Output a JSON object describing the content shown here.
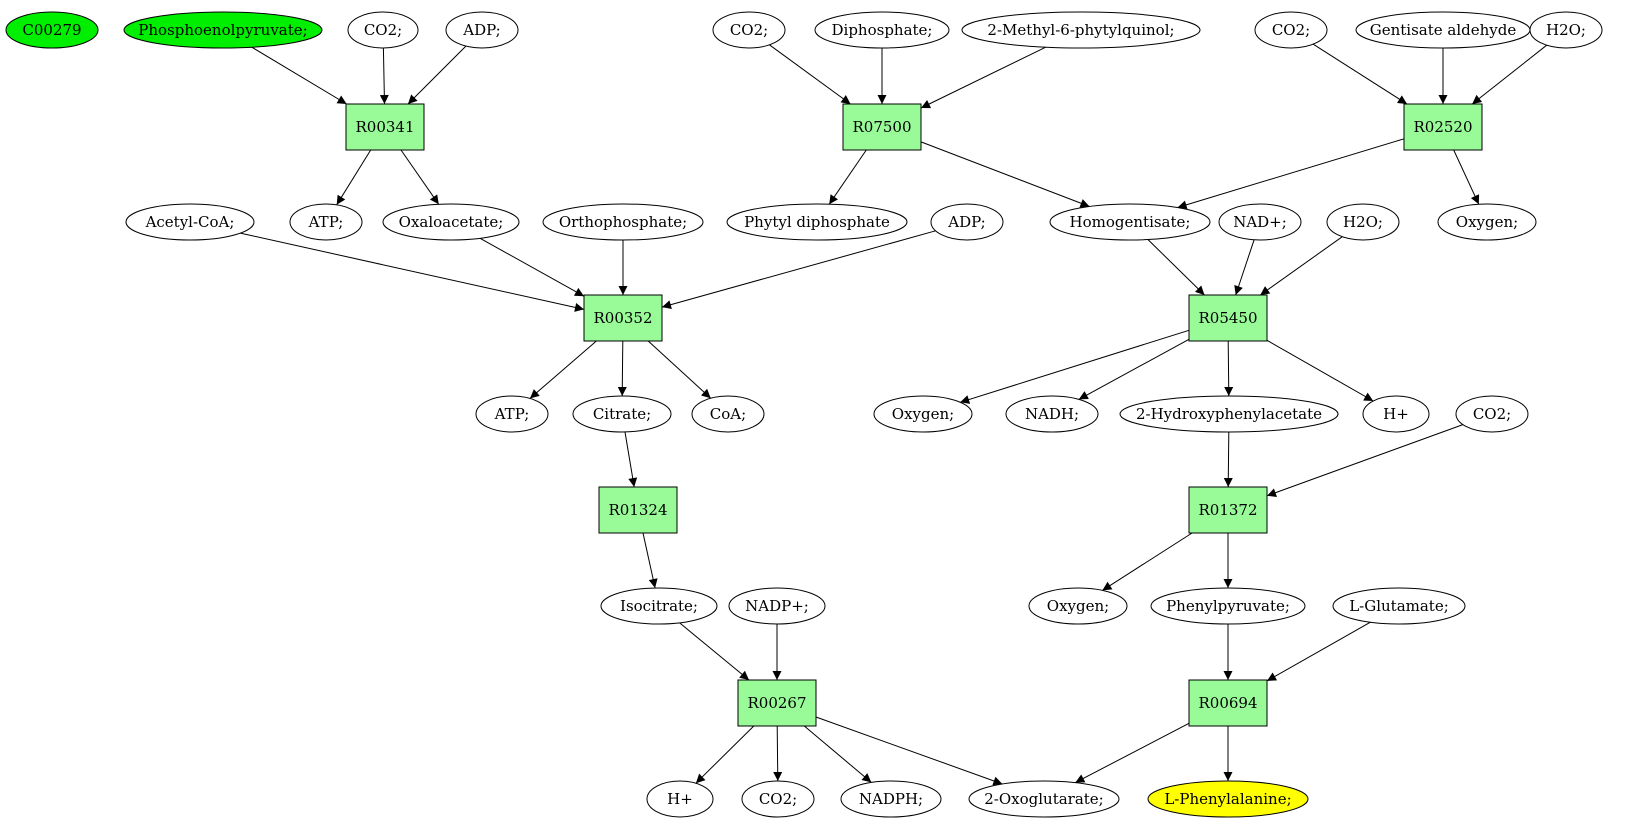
{
  "colors": {
    "reaction": "#98fb98",
    "start": "#00ee00",
    "target": "#ffff00",
    "compound": "#ffffff",
    "stroke": "#000000"
  },
  "nodes": [
    {
      "id": "c00279",
      "label": "C00279",
      "kind": "start"
    },
    {
      "id": "pep",
      "label": "Phosphoenolpyruvate;",
      "kind": "start"
    },
    {
      "id": "co2_a",
      "label": "CO2;",
      "kind": "compound"
    },
    {
      "id": "adp_a",
      "label": "ADP;",
      "kind": "compound"
    },
    {
      "id": "co2_b",
      "label": "CO2;",
      "kind": "compound"
    },
    {
      "id": "diphosphate",
      "label": "Diphosphate;",
      "kind": "compound"
    },
    {
      "id": "methylphytylquinol",
      "label": "2-Methyl-6-phytylquinol;",
      "kind": "compound"
    },
    {
      "id": "co2_c",
      "label": "CO2;",
      "kind": "compound"
    },
    {
      "id": "gentisate_aldehyde",
      "label": "Gentisate aldehyde",
      "kind": "compound"
    },
    {
      "id": "h2o_a",
      "label": "H2O;",
      "kind": "compound"
    },
    {
      "id": "r00341",
      "label": "R00341",
      "kind": "reaction"
    },
    {
      "id": "r07500",
      "label": "R07500",
      "kind": "reaction"
    },
    {
      "id": "r02520",
      "label": "R02520",
      "kind": "reaction"
    },
    {
      "id": "acetylcoa",
      "label": "Acetyl-CoA;",
      "kind": "compound"
    },
    {
      "id": "atp_a",
      "label": "ATP;",
      "kind": "compound"
    },
    {
      "id": "oxaloacetate",
      "label": "Oxaloacetate;",
      "kind": "compound"
    },
    {
      "id": "orthophosphate",
      "label": "Orthophosphate;",
      "kind": "compound"
    },
    {
      "id": "phytyl_diphosphate",
      "label": "Phytyl diphosphate",
      "kind": "compound"
    },
    {
      "id": "adp_b",
      "label": "ADP;",
      "kind": "compound"
    },
    {
      "id": "homogentisate",
      "label": "Homogentisate;",
      "kind": "compound"
    },
    {
      "id": "nad",
      "label": "NAD+;",
      "kind": "compound"
    },
    {
      "id": "h2o_b",
      "label": "H2O;",
      "kind": "compound"
    },
    {
      "id": "oxygen_a",
      "label": "Oxygen;",
      "kind": "compound"
    },
    {
      "id": "r00352",
      "label": "R00352",
      "kind": "reaction"
    },
    {
      "id": "r05450",
      "label": "R05450",
      "kind": "reaction"
    },
    {
      "id": "atp_b",
      "label": "ATP;",
      "kind": "compound"
    },
    {
      "id": "citrate",
      "label": "Citrate;",
      "kind": "compound"
    },
    {
      "id": "coa",
      "label": "CoA;",
      "kind": "compound"
    },
    {
      "id": "oxygen_b",
      "label": "Oxygen;",
      "kind": "compound"
    },
    {
      "id": "nadh",
      "label": "NADH;",
      "kind": "compound"
    },
    {
      "id": "hydroxyphenylacetate",
      "label": "2-Hydroxyphenylacetate",
      "kind": "compound"
    },
    {
      "id": "hplus_a",
      "label": "H+",
      "kind": "compound"
    },
    {
      "id": "co2_d",
      "label": "CO2;",
      "kind": "compound"
    },
    {
      "id": "r01324",
      "label": "R01324",
      "kind": "reaction"
    },
    {
      "id": "r01372",
      "label": "R01372",
      "kind": "reaction"
    },
    {
      "id": "isocitrate",
      "label": "Isocitrate;",
      "kind": "compound"
    },
    {
      "id": "nadp",
      "label": "NADP+;",
      "kind": "compound"
    },
    {
      "id": "oxygen_c",
      "label": "Oxygen;",
      "kind": "compound"
    },
    {
      "id": "phenylpyruvate",
      "label": "Phenylpyruvate;",
      "kind": "compound"
    },
    {
      "id": "lglutamate",
      "label": "L-Glutamate;",
      "kind": "compound"
    },
    {
      "id": "r00267",
      "label": "R00267",
      "kind": "reaction"
    },
    {
      "id": "r00694",
      "label": "R00694",
      "kind": "reaction"
    },
    {
      "id": "hplus_b",
      "label": "H+",
      "kind": "compound"
    },
    {
      "id": "co2_e",
      "label": "CO2;",
      "kind": "compound"
    },
    {
      "id": "nadph",
      "label": "NADPH;",
      "kind": "compound"
    },
    {
      "id": "oxoglutarate",
      "label": "2-Oxoglutarate;",
      "kind": "compound"
    },
    {
      "id": "lphenylalanine",
      "label": "L-Phenylalanine;",
      "kind": "target"
    }
  ],
  "edges": [
    {
      "from": "pep",
      "to": "r00341"
    },
    {
      "from": "co2_a",
      "to": "r00341"
    },
    {
      "from": "adp_a",
      "to": "r00341"
    },
    {
      "from": "r00341",
      "to": "atp_a"
    },
    {
      "from": "r00341",
      "to": "oxaloacetate"
    },
    {
      "from": "co2_b",
      "to": "r07500"
    },
    {
      "from": "diphosphate",
      "to": "r07500"
    },
    {
      "from": "methylphytylquinol",
      "to": "r07500"
    },
    {
      "from": "r07500",
      "to": "phytyl_diphosphate"
    },
    {
      "from": "r07500",
      "to": "homogentisate"
    },
    {
      "from": "co2_c",
      "to": "r02520"
    },
    {
      "from": "gentisate_aldehyde",
      "to": "r02520"
    },
    {
      "from": "h2o_a",
      "to": "r02520"
    },
    {
      "from": "r02520",
      "to": "homogentisate"
    },
    {
      "from": "r02520",
      "to": "oxygen_a"
    },
    {
      "from": "acetylcoa",
      "to": "r00352"
    },
    {
      "from": "oxaloacetate",
      "to": "r00352"
    },
    {
      "from": "orthophosphate",
      "to": "r00352"
    },
    {
      "from": "adp_b",
      "to": "r00352"
    },
    {
      "from": "r00352",
      "to": "atp_b"
    },
    {
      "from": "r00352",
      "to": "citrate"
    },
    {
      "from": "r00352",
      "to": "coa"
    },
    {
      "from": "homogentisate",
      "to": "r05450"
    },
    {
      "from": "nad",
      "to": "r05450"
    },
    {
      "from": "h2o_b",
      "to": "r05450"
    },
    {
      "from": "r05450",
      "to": "oxygen_b"
    },
    {
      "from": "r05450",
      "to": "nadh"
    },
    {
      "from": "r05450",
      "to": "hydroxyphenylacetate"
    },
    {
      "from": "r05450",
      "to": "hplus_a"
    },
    {
      "from": "citrate",
      "to": "r01324"
    },
    {
      "from": "r01324",
      "to": "isocitrate"
    },
    {
      "from": "hydroxyphenylacetate",
      "to": "r01372"
    },
    {
      "from": "co2_d",
      "to": "r01372"
    },
    {
      "from": "r01372",
      "to": "oxygen_c"
    },
    {
      "from": "r01372",
      "to": "phenylpyruvate"
    },
    {
      "from": "isocitrate",
      "to": "r00267"
    },
    {
      "from": "nadp",
      "to": "r00267"
    },
    {
      "from": "r00267",
      "to": "hplus_b"
    },
    {
      "from": "r00267",
      "to": "co2_e"
    },
    {
      "from": "r00267",
      "to": "nadph"
    },
    {
      "from": "r00267",
      "to": "oxoglutarate"
    },
    {
      "from": "phenylpyruvate",
      "to": "r00694"
    },
    {
      "from": "lglutamate",
      "to": "r00694"
    },
    {
      "from": "r00694",
      "to": "oxoglutarate"
    },
    {
      "from": "r00694",
      "to": "lphenylalanine"
    }
  ]
}
